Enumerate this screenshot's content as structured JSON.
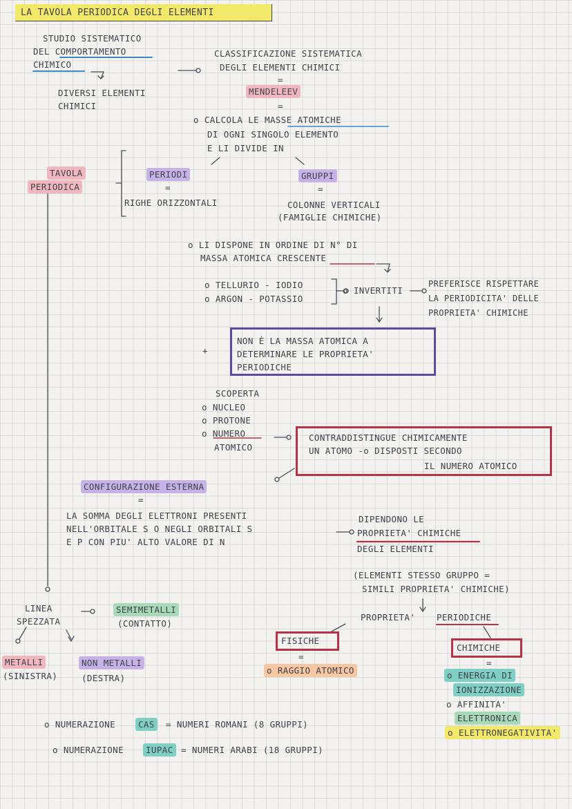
{
  "title": "LA TAVOLA PERIODICA DEGLI ELEMENTI",
  "intro": {
    "study_line1": "STUDIO SISTEMATICO",
    "study_line2": "DEL COMPORTAMENTO",
    "study_line3": "CHIMICO",
    "elements_line1": "DIVERSI ELEMENTI",
    "elements_line2": "CHIMICI"
  },
  "classification": {
    "line1": "CLASSIFICAZIONE SISTEMATICA",
    "line2": "DEGLI ELEMENTI CHIMICI",
    "eq1": "=",
    "author": "MENDELEEV",
    "eq2": "=",
    "calc_line1": "o CALCOLA LE MASSE ATOMICHE",
    "calc_line2": "DI OGNI SINGOLO ELEMENTO",
    "calc_line3": "E LI DIVIDE IN"
  },
  "table_label_line1": "TAVOLA",
  "table_label_line2": "PERIODICA",
  "periods": {
    "label": "PERIODI",
    "eq": "=",
    "desc": "RIGHE ORIZZONTALI"
  },
  "groups": {
    "label": "GRUPPI",
    "eq": "=",
    "desc_line1": "COLONNE VERTICALI",
    "desc_line2": "(FAMIGLIE CHIMICHE)"
  },
  "order": {
    "line1": "o LI DISPONE IN ORDINE DI N° DI",
    "line2": "MASSA ATOMICA CRESCENTE"
  },
  "inversions": {
    "item1": "o TELLURIO - IODIO",
    "item2": "o ARGON - POTASSIO",
    "label": "o INVERTITI",
    "pref_line1": "PREFERISCE RISPETTARE",
    "pref_line2": "LA PERIODICITA' DELLE",
    "pref_line3": "PROPRIETA' CHIMICHE"
  },
  "plus_sign": "+",
  "purple_box": {
    "line1": "NON È LA MASSA ATOMICA A",
    "line2": "DETERMINARE LE PROPRIETA'",
    "line3": "PERIODICHE"
  },
  "discovery": {
    "title": "SCOPERTA",
    "item1": "o NUCLEO",
    "item2": "o PROTONE",
    "item3a": "o NUMERO",
    "item3b": "ATOMICO"
  },
  "red_box": {
    "line1": "CONTRADDISTINGUE CHIMICAMENTE",
    "line2": "UN ATOMO -o DISPOSTI SECONDO",
    "line3": "IL NUMERO ATOMICO"
  },
  "configuration": {
    "label": "CONFIGURAZIONE ESTERNA",
    "eq": "=",
    "line1": "LA SOMMA DEGLI ELETTRONI PRESENTI",
    "line2": "NELL'ORBITALE S O NEGLI ORBITALI S",
    "line3": "E P CON PIU' ALTO VALORE DI N"
  },
  "depend": {
    "line1": "DIPENDONO LE",
    "line2": "PROPRIETA' CHIMICHE",
    "line3": "DEGLI ELEMENTI",
    "same_line1": "(ELEMENTI STESSO GRUPPO =",
    "same_line2": "SIMILI PROPRIETA' CHIMICHE)"
  },
  "zigzag": {
    "line1": "LINEA",
    "line2": "SPEZZATA",
    "semi_line1": "SEMIMETALLI",
    "semi_line2": "(CONTATTO)",
    "metals_line1": "METALLI",
    "metals_line2": "(SINISTRA)",
    "nonmetals_line1": "NON METALLI",
    "nonmetals_line2": "(DESTRA)"
  },
  "properties": {
    "label": "PROPRIETA'",
    "periodic": "PERIODICHE",
    "physical": "FISICHE",
    "phys_eq": "=",
    "radius": "o RAGGIO ATOMICO",
    "chemical": "CHIMICHE",
    "chem_eq": "=",
    "chem1a": "o ENERGIA DI",
    "chem1b": "IONIZZAZIONE",
    "chem2a": "o AFFINITA'",
    "chem2b": "ELETTRONICA",
    "chem3": "o ELETTRONEGATIVITA'"
  },
  "numbering": {
    "cas_prefix": "o NUMERAZIONE",
    "cas_tag": "CAS",
    "cas_rest": "= NUMERI ROMANI (8 GRUPPI)",
    "iupac_prefix": "o NUMERAZIONE",
    "iupac_tag": "IUPAC",
    "iupac_rest": "= NUMERI ARABI (18 GRUPPI)"
  },
  "colors": {
    "ink": "#3e4148",
    "yellow": "#f2e86a",
    "pink": "#f1b7c0",
    "purple": "#c7b2e8",
    "green": "#a8d9b8",
    "teal": "#7fcfc4",
    "orange": "#f7c6a3",
    "purple_border": "#5b4a9e",
    "red_border": "#b53344",
    "blue_underline": "#3a87c9"
  }
}
